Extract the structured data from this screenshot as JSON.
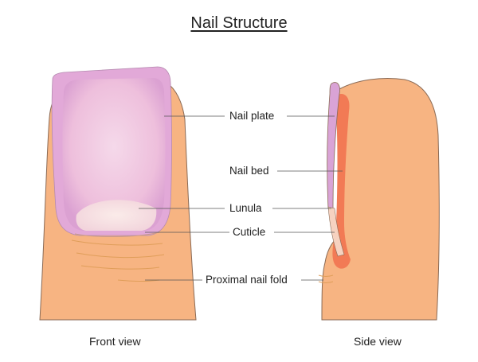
{
  "title": "Nail Structure",
  "labels": {
    "nail_plate": "Nail plate",
    "nail_bed": "Nail bed",
    "lunula": "Lunula",
    "cuticle": "Cuticle",
    "proximal_nail_fold": "Proximal nail fold"
  },
  "captions": {
    "front": "Front view",
    "side": "Side view"
  },
  "colors": {
    "skin": "#f7b482",
    "skin_outline": "#8a6a55",
    "nail_plate": "#e0a6d6",
    "nail_plate_inner": "#f1c9e3",
    "nail_bed": "#f27a55",
    "lunula": "#f8e2e0",
    "cuticle": "#f6d2c0",
    "leader_line": "#555555"
  }
}
